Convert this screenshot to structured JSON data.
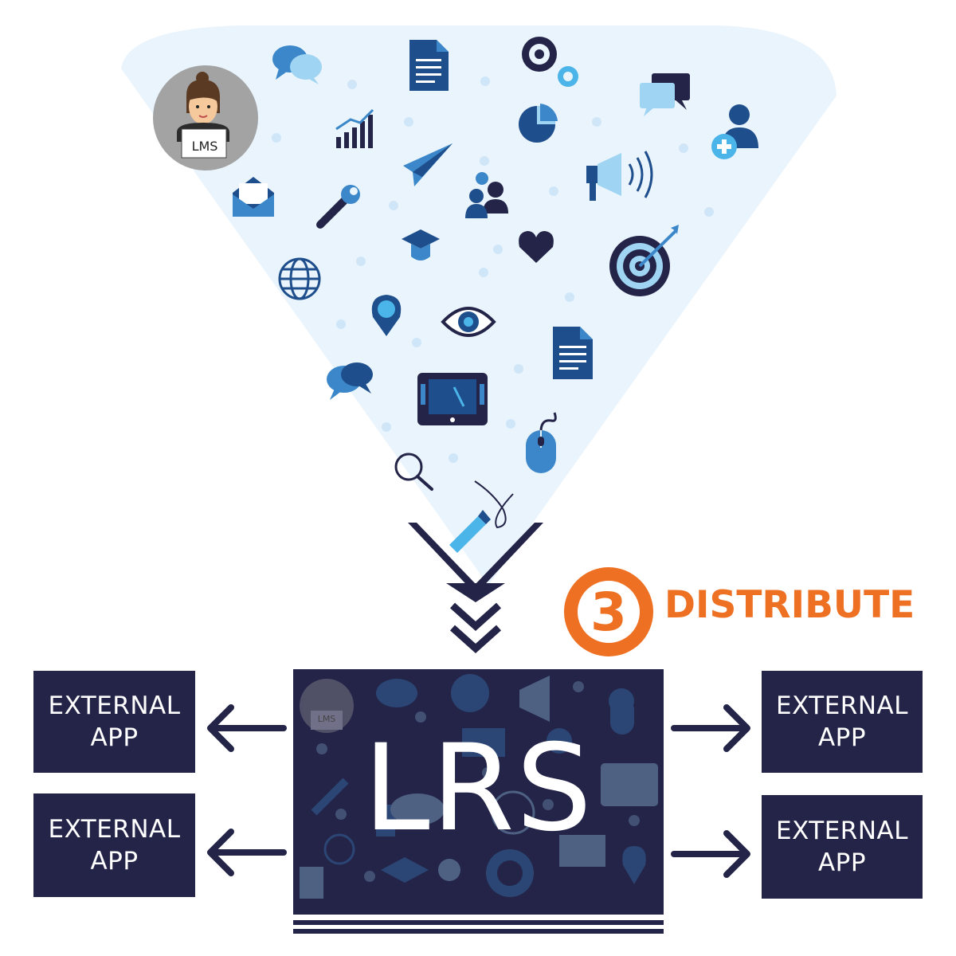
{
  "colors": {
    "navy": "#232448",
    "dark_blue": "#1e4e8c",
    "mid_blue": "#3b87c9",
    "light_blue": "#4bb4e8",
    "pale_blue": "#eaf4fc",
    "orange": "#ee7023"
  },
  "avatar": {
    "label": "LMS"
  },
  "icons": [
    "chat-icon",
    "document-icon",
    "gear-icon",
    "message-icon",
    "person-add-icon",
    "bar-chart-icon",
    "pie-chart-icon",
    "paper-plane-icon",
    "megaphone-icon",
    "envelope-icon",
    "wrench-icon",
    "group-icon",
    "graduation-cap-icon",
    "heart-icon",
    "globe-icon",
    "target-icon",
    "location-pin-icon",
    "eye-icon",
    "document-icon",
    "chat-icon",
    "tablet-icon",
    "mouse-icon",
    "search-icon",
    "pen-icon"
  ],
  "step": {
    "number": "3",
    "title": "DISTRIBUTE"
  },
  "lrs": {
    "label": "LRS",
    "avatar_label": "LMS"
  },
  "external_apps": [
    {
      "line1": "EXTERNAL",
      "line2": "APP"
    },
    {
      "line1": "EXTERNAL",
      "line2": "APP"
    },
    {
      "line1": "EXTERNAL",
      "line2": "APP"
    },
    {
      "line1": "EXTERNAL",
      "line2": "APP"
    }
  ]
}
